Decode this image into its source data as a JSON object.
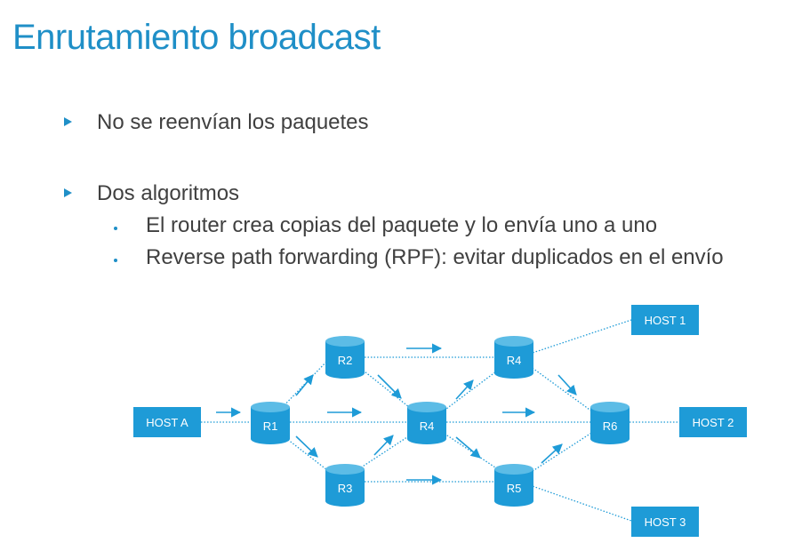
{
  "title": "Enrutamiento broadcast",
  "bullets": [
    {
      "text": "No se reenvían los paquetes"
    },
    {
      "text": "Dos algoritmos",
      "sub": [
        "El router crea copias del paquete y lo envía uno a uno",
        "Reverse path forwarding (RPF): evitar duplicados en el envío"
      ]
    }
  ],
  "diagram": {
    "hosts": {
      "a": "HOST A",
      "h1": "HOST 1",
      "h2": "HOST 2",
      "h3": "HOST 3"
    },
    "routers": {
      "r1": "R1",
      "r2": "R2",
      "r3": "R3",
      "r4c": "R4",
      "r4t": "R4",
      "r5": "R5",
      "r6": "R6"
    }
  },
  "colors": {
    "accent": "#1f8fc7",
    "node": "#1e9bd7",
    "text": "#404040"
  }
}
